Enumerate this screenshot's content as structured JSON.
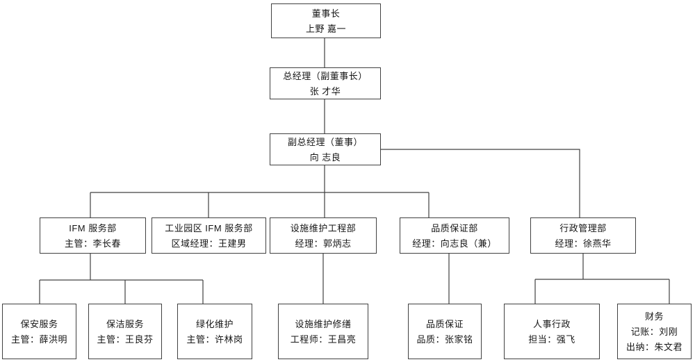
{
  "diagram_type": "org-chart",
  "style": {
    "background": "#ffffff",
    "box_border_color": "#404040",
    "line_color": "#404040",
    "text_color": "#161616"
  },
  "nodes": {
    "chairman": {
      "title": "董事长",
      "name": "上野 嘉一"
    },
    "gm": {
      "title": "总经理（副董事长）",
      "name": "张 才华"
    },
    "dgm": {
      "title": "副总经理（董事）",
      "name": "向 志良"
    },
    "ifm": {
      "title": "IFM 服务部",
      "name": "主管：李长春"
    },
    "park": {
      "title": "工业园区 IFM 服务部",
      "name": "区域经理：王建男"
    },
    "facility": {
      "title": "设施维护工程部",
      "name": "经理：郭炳志"
    },
    "quality_dept": {
      "title": "品质保证部",
      "name": "经理：向志良（兼）"
    },
    "admin": {
      "title": "行政管理部",
      "name": "经理：徐燕华"
    },
    "security": {
      "title": "保安服务",
      "name": "主管：薛洪明"
    },
    "cleaning": {
      "title": "保洁服务",
      "name": "主管：王良芬"
    },
    "greening": {
      "title": "绿化维护",
      "name": "主管：许林岗"
    },
    "repair": {
      "title": "设施维护修缮",
      "name": "工程师：王昌亮"
    },
    "qa": {
      "title": "品质保证",
      "name": "品质：张家铭"
    },
    "hr": {
      "title": "人事行政",
      "name": "担当：强飞"
    },
    "finance": {
      "title": "财务",
      "name": "记账：刘刚",
      "extra": "出纳：朱文君"
    }
  },
  "edges": [
    [
      "chairman",
      "gm"
    ],
    [
      "gm",
      "dgm"
    ],
    [
      "dgm",
      "ifm"
    ],
    [
      "dgm",
      "park"
    ],
    [
      "dgm",
      "facility"
    ],
    [
      "dgm",
      "quality_dept"
    ],
    [
      "dgm",
      "admin"
    ],
    [
      "ifm",
      "security"
    ],
    [
      "ifm",
      "cleaning"
    ],
    [
      "ifm",
      "greening"
    ],
    [
      "facility",
      "repair"
    ],
    [
      "quality_dept",
      "qa"
    ],
    [
      "admin",
      "hr"
    ],
    [
      "admin",
      "finance"
    ]
  ]
}
